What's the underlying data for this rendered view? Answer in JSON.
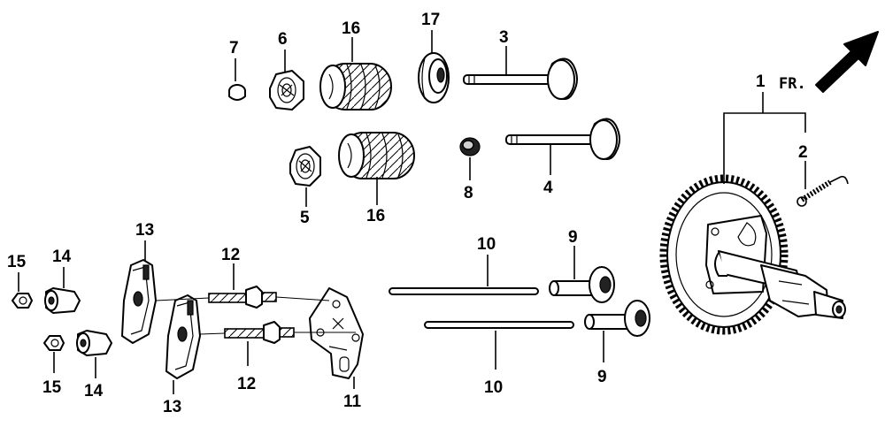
{
  "callouts": {
    "c1": "1",
    "c2": "2",
    "c3": "3",
    "c4": "4",
    "c5": "5",
    "c6": "6",
    "c7": "7",
    "c8": "8",
    "c9a": "9",
    "c9b": "9",
    "c10a": "10",
    "c10b": "10",
    "c11": "11",
    "c12a": "12",
    "c12b": "12",
    "c13a": "13",
    "c13b": "13",
    "c14a": "14",
    "c14b": "14",
    "c15a": "15",
    "c15b": "15",
    "c16a": "16",
    "c16b": "16",
    "c17": "17"
  },
  "direction_label": "FR.",
  "icons": {
    "direction": "front-arrow-icon"
  }
}
